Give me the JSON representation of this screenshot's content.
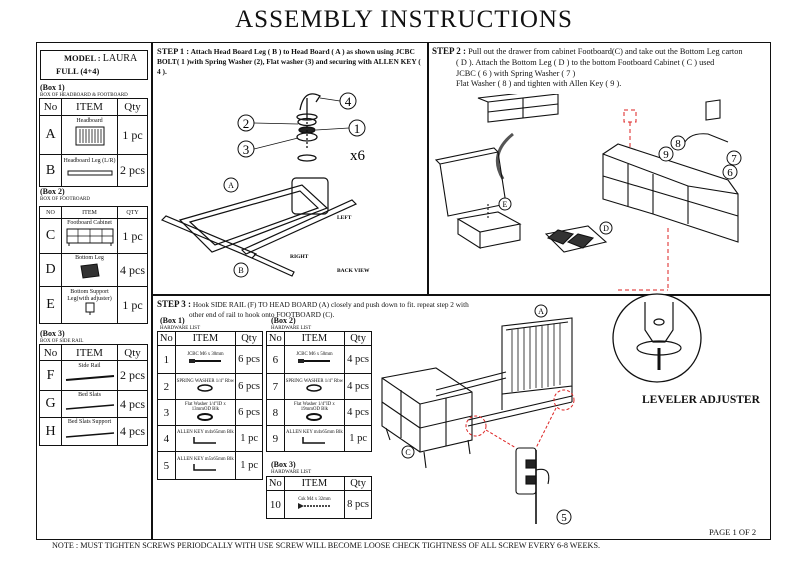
{
  "title": "ASSEMBLY  INSTRUCTIONS",
  "model": {
    "label": "MODEL :",
    "name": "LAURA",
    "size": "FULL   (4+4)"
  },
  "parts": {
    "box1": {
      "label": "(Box 1)",
      "sub": "BOX OF HEADBOARD & FOOTBOARD",
      "headers": {
        "no": "No",
        "item": "ITEM",
        "qty": "Qty"
      },
      "rows": [
        {
          "no": "A",
          "item": "Headboard",
          "qty": "1 pc"
        },
        {
          "no": "B",
          "item": "Headboard Leg (L/R)",
          "qty": "2 pcs"
        }
      ]
    },
    "box2": {
      "label": "(Box 2)",
      "sub": "BOX OF FOOTBOARD",
      "headers": {
        "no": "NO",
        "item": "ITEM",
        "qty": "QTY"
      },
      "rows": [
        {
          "no": "C",
          "item": "Footboard Cabinet",
          "qty": "1 pc"
        },
        {
          "no": "D",
          "item": "Bottom Leg",
          "qty": "4 pcs"
        },
        {
          "no": "E",
          "item": "Bottom Support Leg(with adjuster)",
          "qty": "1 pc"
        }
      ]
    },
    "box3": {
      "label": "(Box 3)",
      "sub": "BOX OF SIDE RAIL",
      "headers": {
        "no": "No",
        "item": "ITEM",
        "qty": "Qty"
      },
      "rows": [
        {
          "no": "F",
          "item": "Side Rail",
          "qty": "2 pcs"
        },
        {
          "no": "G",
          "item": "Bed Slats",
          "qty": "4 pcs"
        },
        {
          "no": "H",
          "item": "Bed Slats Support",
          "qty": "4 pcs"
        }
      ]
    }
  },
  "step1": {
    "label": "STEP 1 :",
    "text": "Attach Head Board Leg ( B ) to Head Board ( A ) as shown using JCBC BOLT( 1 )with Spring Washer (2), Flat washer (3) and securing with ALLEN KEY ( 4 ).",
    "callouts": {
      "a": "A",
      "b": "B",
      "n1": "1",
      "n2": "2",
      "n3": "3",
      "n4": "4",
      "x6": "x6"
    },
    "labels": {
      "left": "LEFT",
      "right": "RIGHT",
      "back": "BACK VIEW"
    }
  },
  "step2": {
    "label": "STEP 2 :",
    "line1": "Pull out the drawer from cabinet Footboard(C) and take out the Bottom Leg carton",
    "line2": "( D ). Attach the Bottom Leg ( D ) to the bottom Footboard Cabinet  ( C ) used",
    "line3": "JCBC ( 6 ) with Spring Washer ( 7 )",
    "line4": "Flat Washer ( 8 ) and tighten with Allen Key ( 9 ).",
    "callouts": {
      "d": "D",
      "e": "E",
      "n6": "6",
      "n7": "7",
      "n8": "8",
      "n9": "9"
    },
    "leveler": "LEVELER ADJUSTER"
  },
  "step3": {
    "label": "STEP 3 :",
    "line1": "Hook SIDE RAIL (F) TO HEAD BOARD (A) closely and push down to fit. repeat step 2 with",
    "line2": "other end of rail to hook  onto FOOTBOARD (C).",
    "callouts": {
      "a": "A",
      "c": "C",
      "n5": "5"
    },
    "hw1": {
      "label": "(Box 1)",
      "sub": "HARDWARE LIST",
      "headers": {
        "no": "No",
        "item": "ITEM",
        "qty": "Qty"
      },
      "rows": [
        {
          "no": "1",
          "item": "JCBC M6 x 30mm",
          "qty": "6 pcs"
        },
        {
          "no": "2",
          "item": "SPRING WASHER 1/4\" Rbw",
          "qty": "6 pcs"
        },
        {
          "no": "3",
          "item": "Flat Washer 1/4\"ID x 13mmOD Blk",
          "qty": "6 pcs"
        },
        {
          "no": "4",
          "item": "ALLEN KEY m4x65mm Blk",
          "qty": "1 pc"
        },
        {
          "no": "5",
          "item": "ALLEN KEY m5x65mm Blk",
          "qty": "1 pc"
        }
      ]
    },
    "hw2": {
      "label": "(Box 2)",
      "sub": "HARDWARE LIST",
      "headers": {
        "no": "No",
        "item": "ITEM",
        "qty": "Qty"
      },
      "rows": [
        {
          "no": "6",
          "item": "JCBC M6 x 50mm",
          "qty": "4 pcs"
        },
        {
          "no": "7",
          "item": "SPRING WASHER 1/4\" Rbw",
          "qty": "4 pcs"
        },
        {
          "no": "8",
          "item": "Flat Washer 1/4\"ID x 19mmOD Blk",
          "qty": "4 pcs"
        },
        {
          "no": "9",
          "item": "ALLEN KEY m4x65mm Blk",
          "qty": "1 pc"
        }
      ]
    },
    "hw3": {
      "label": "(Box 3)",
      "sub": "HARDWARE LIST",
      "headers": {
        "no": "No",
        "item": "ITEM",
        "qty": "Qty"
      },
      "rows": [
        {
          "no": "10",
          "item": "Csk M4 x 32mm",
          "qty": "8 pcs"
        }
      ]
    }
  },
  "page": "PAGE 1 OF 2",
  "note": "NOTE : MUST TIGHTEN SCREWS PERIODCALLY WITH USE SCREW WILL BECOME LOOSE CHECK TIGHTNESS OF ALL SCREW EVERY 6-8 WEEKS."
}
